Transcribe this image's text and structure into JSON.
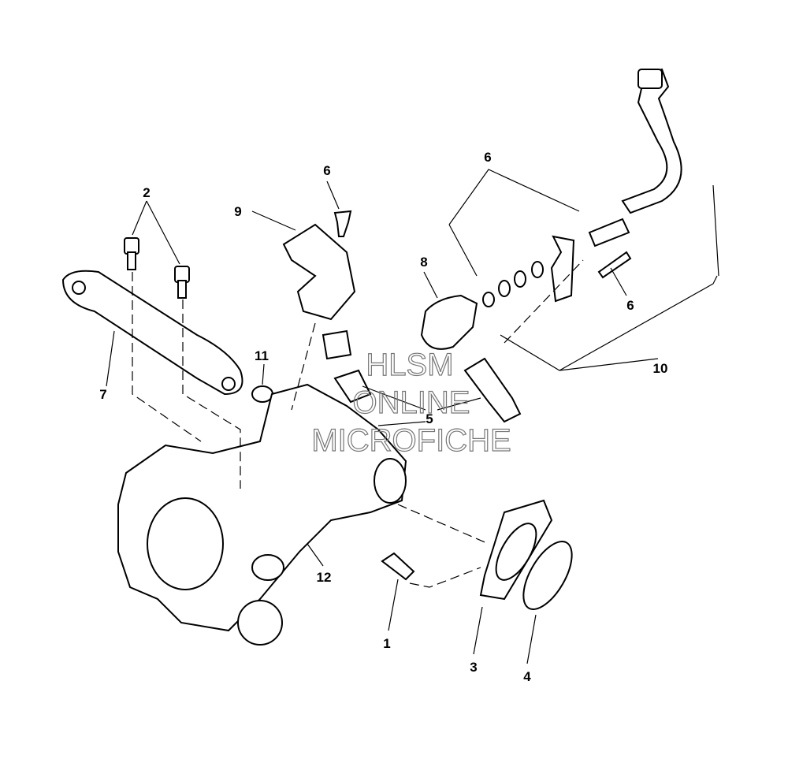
{
  "diagram": {
    "callouts": [
      "1",
      "2",
      "3",
      "4",
      "5",
      "6",
      "6",
      "6",
      "7",
      "8",
      "9",
      "10",
      "11",
      "12"
    ],
    "watermark": [
      "HLSM",
      "ONLINE",
      "MICROFICHE"
    ]
  }
}
